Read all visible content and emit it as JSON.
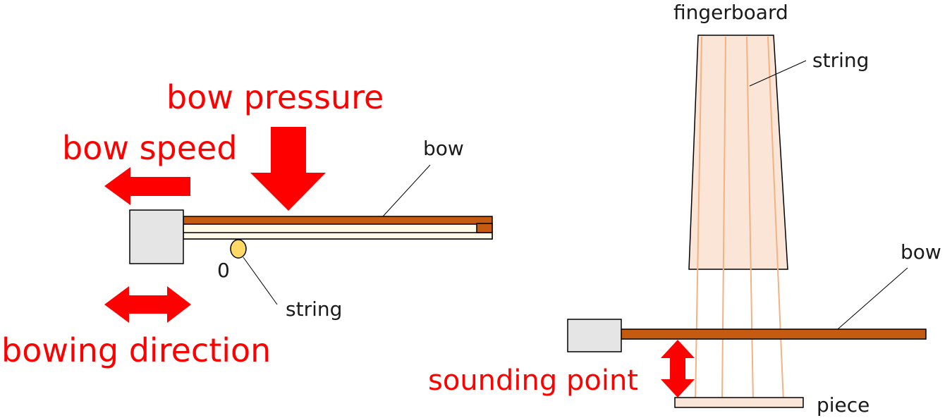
{
  "left_diagram": {
    "title_pressure": "bow pressure",
    "title_speed": "bow speed",
    "title_direction": "bowing direction",
    "label_bow": "bow",
    "label_string": "string",
    "label_zero": "0"
  },
  "right_diagram": {
    "label_fingerboard": "fingerboard",
    "label_string": "string",
    "label_bow": "bow",
    "label_sounding_point": "sounding point",
    "label_piece": "piece"
  },
  "colors": {
    "arrow": "#ff0000",
    "bow_stick": "#c55a11",
    "bow_hair": "#fffbe6",
    "frog": "#e5e5e5",
    "string_dot": "#ffd966",
    "fingerboard": "#fbe5d6",
    "string_line": "#f4b183",
    "piece": "#fbe5d6"
  }
}
